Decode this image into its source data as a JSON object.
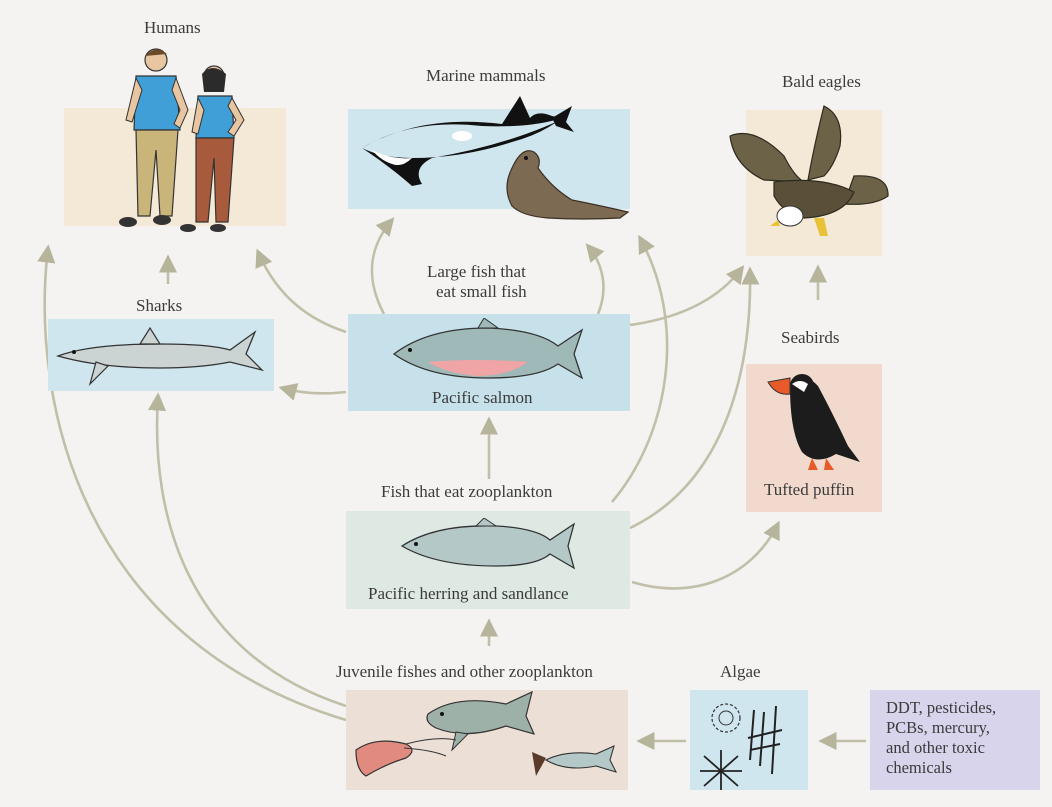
{
  "labels": {
    "humans": "Humans",
    "marine_mammals": "Marine mammals",
    "bald_eagles": "Bald eagles",
    "sharks": "Sharks",
    "large_fish_line1": "Large fish that",
    "large_fish_line2": "eat small fish",
    "pacific_salmon": "Pacific salmon",
    "seabirds": "Seabirds",
    "tufted_puffin": "Tufted puffin",
    "fish_zooplankton": "Fish that eat zooplankton",
    "herring": "Pacific herring and sandlance",
    "juvenile": "Juvenile fishes and other zooplankton",
    "algae": "Algae",
    "toxic_lines": [
      "DDT, pesticides,",
      "PCBs, mercury,",
      "and other toxic",
      "chemicals"
    ]
  },
  "colors": {
    "humans_bg": "#f3e9d6",
    "mammals_bg": "#cfe6ef",
    "eagles_bg": "#f3e9d6",
    "sharks_bg": "#cfe6ef",
    "salmon_bg": "#c6e1ea",
    "puffin_bg": "#f2d9cd",
    "herring_bg": "#dde9e2",
    "juvenile_bg": "#ecdfd6",
    "algae_bg": "#cfe6ef",
    "toxic_bg": "#d7d4ec",
    "arrow": "#c2bfa8"
  },
  "icons": {
    "humans": "human-figures-icon",
    "mammals": "orca-and-sea-lion-icon",
    "eagle": "bald-eagle-icon",
    "shark": "shark-icon",
    "salmon": "salmon-icon",
    "puffin": "puffin-icon",
    "herring": "herring-icon",
    "zooplankton": "zooplankton-icon",
    "algae": "algae-icon"
  }
}
